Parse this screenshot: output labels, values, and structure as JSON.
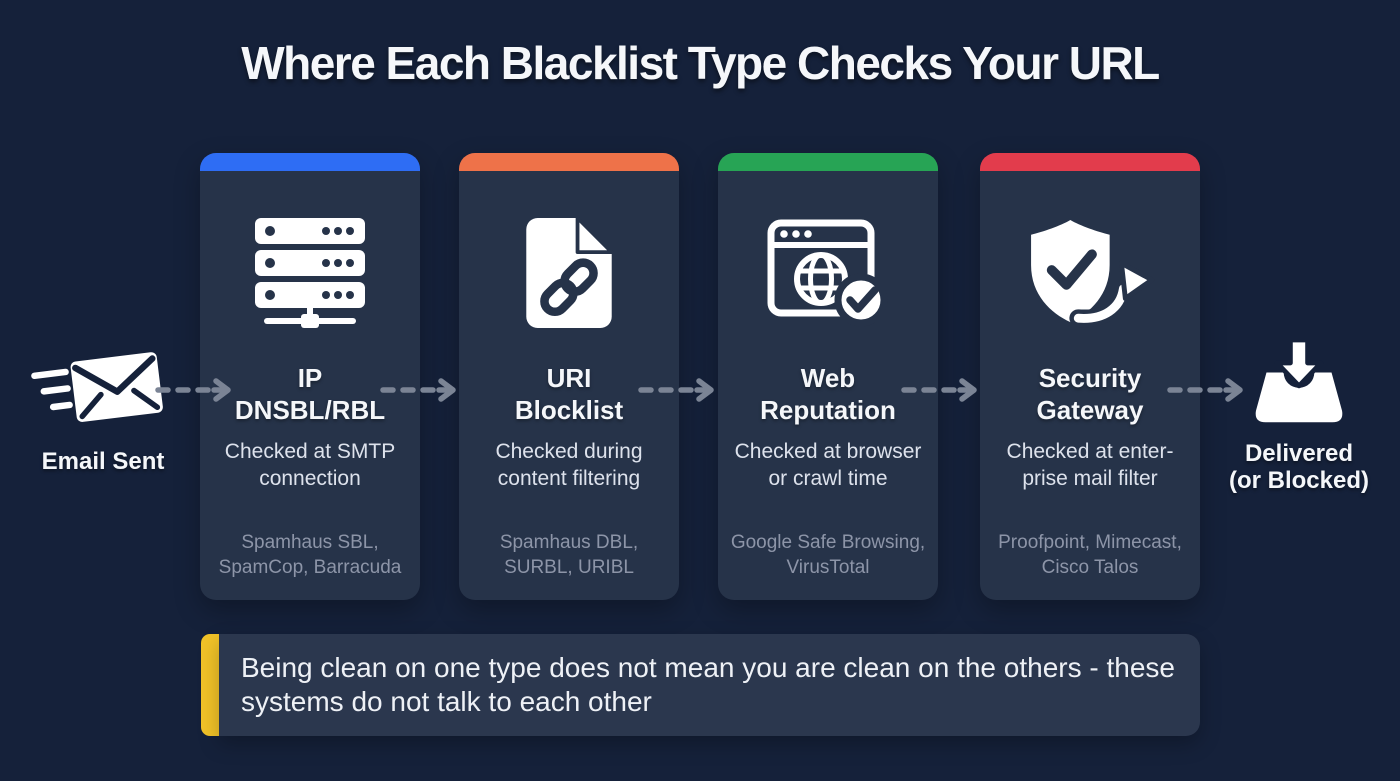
{
  "title": "Where Each Blacklist Type Checks Your URL",
  "colors": {
    "background": "#15213a",
    "card_background": "#263349",
    "note_background": "#2b374e",
    "arrow": "#7b8495",
    "title_text": "#f5f7fa",
    "subtitle_text": "#dde2ec",
    "sources_text": "#8d95a8",
    "icon_ink": "#263349",
    "icon_ink_dark": "#15213a"
  },
  "flow": {
    "start": {
      "label": "Email Sent",
      "icon": "email-sent-icon"
    },
    "end": {
      "label_line1": "Delivered",
      "label_line2": "(or Blocked)",
      "icon": "inbox-delivered-icon"
    }
  },
  "cards": [
    {
      "icon": "server-stack-icon",
      "accent_color": "#2e6df4",
      "title_line1": "IP",
      "title_line2": "DNSBL/RBL",
      "subtitle": "Checked at SMTP connection",
      "sources": "Spamhaus SBL, SpamCop, Barracuda"
    },
    {
      "icon": "document-link-icon",
      "accent_color": "#ee7249",
      "title_line1": "URI",
      "title_line2": "Blocklist",
      "subtitle": "Checked during content filtering",
      "sources": "Spamhaus DBL, SURBL, URIBL"
    },
    {
      "icon": "browser-globe-check-icon",
      "accent_color": "#27a455",
      "title_line1": "Web",
      "title_line2": "Reputation",
      "subtitle": "Checked at browser or crawl time",
      "sources": "Google Safe Browsing, VirusTotal"
    },
    {
      "icon": "shield-check-arrow-icon",
      "accent_color": "#e23c4c",
      "title_line1": "Security",
      "title_line2": "Gateway",
      "subtitle": "Checked at enter­prise mail filter",
      "sources": "Proofpoint, Mimecast, Cisco Talos"
    }
  ],
  "note": {
    "accent_color": "#f2c328",
    "text": "Being clean on one type does not mean you are clean on the others - these systems do not talk to each other"
  }
}
